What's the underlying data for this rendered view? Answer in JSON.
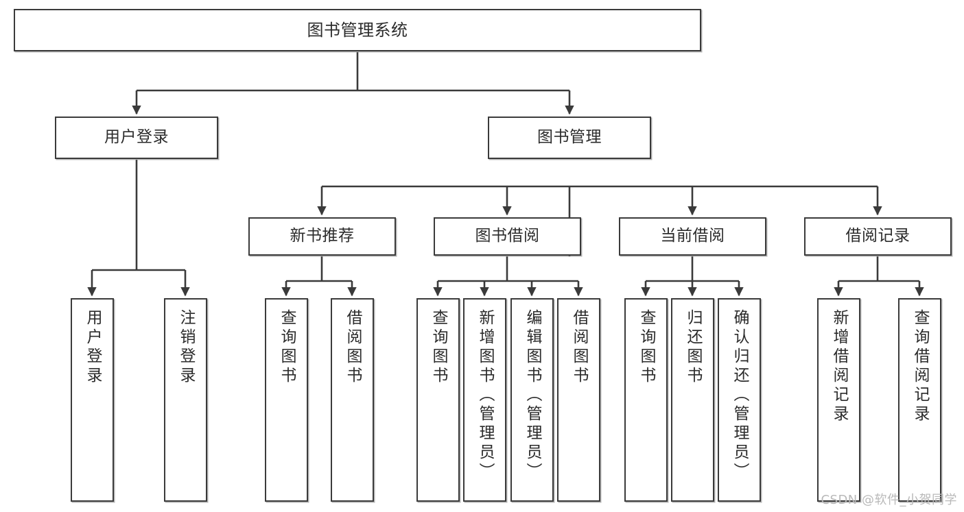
{
  "diagram": {
    "title": "图书管理系统",
    "type": "tree",
    "stroke_color": "#3a3a3a",
    "fill_color": "#ffffff",
    "text_color": "#2b2b2b"
  },
  "nodes": {
    "root": {
      "label": "图书管理系统"
    },
    "level2": [
      {
        "id": "user-login",
        "label": "用户登录"
      },
      {
        "id": "book-manage",
        "label": "图书管理"
      }
    ],
    "level3": [
      {
        "id": "new-book-recommend",
        "label": "新书推荐"
      },
      {
        "id": "book-borrow",
        "label": "图书借阅"
      },
      {
        "id": "current-borrow",
        "label": "当前借阅"
      },
      {
        "id": "borrow-record",
        "label": "借阅记录"
      }
    ],
    "leaves": {
      "user-login": [
        {
          "id": "leaf-user-login",
          "label": "用户登录"
        },
        {
          "id": "leaf-logout",
          "label": "注销登录"
        }
      ],
      "new-book-recommend": [
        {
          "id": "leaf-query-book-1",
          "label": "查询图书"
        },
        {
          "id": "leaf-borrow-book-1",
          "label": "借阅图书"
        }
      ],
      "book-borrow": [
        {
          "id": "leaf-query-book-2",
          "label": "查询图书"
        },
        {
          "id": "leaf-add-book",
          "label": "新增图书（管理员）"
        },
        {
          "id": "leaf-edit-book",
          "label": "编辑图书（管理员）"
        },
        {
          "id": "leaf-borrow-book-2",
          "label": "借阅图书"
        }
      ],
      "current-borrow": [
        {
          "id": "leaf-query-book-3",
          "label": "查询图书"
        },
        {
          "id": "leaf-return-book",
          "label": "归还图书"
        },
        {
          "id": "leaf-confirm-return",
          "label": "确认归还（管理员）"
        }
      ],
      "borrow-record": [
        {
          "id": "leaf-add-record",
          "label": "新增借阅记录"
        },
        {
          "id": "leaf-query-record",
          "label": "查询借阅记录"
        }
      ]
    }
  },
  "watermark": {
    "text": "CSDN @软件_小贺同学"
  }
}
